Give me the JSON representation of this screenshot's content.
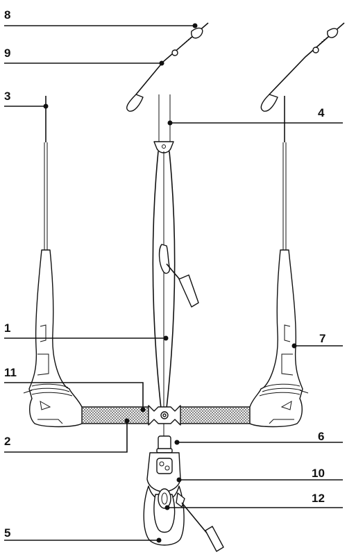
{
  "callouts": [
    {
      "id": "8",
      "label": "8"
    },
    {
      "id": "9",
      "label": "9"
    },
    {
      "id": "3",
      "label": "3"
    },
    {
      "id": "4",
      "label": "4"
    },
    {
      "id": "1",
      "label": "1"
    },
    {
      "id": "7",
      "label": "7"
    },
    {
      "id": "11",
      "label": "11"
    },
    {
      "id": "2",
      "label": "2"
    },
    {
      "id": "6",
      "label": "6"
    },
    {
      "id": "10",
      "label": "10"
    },
    {
      "id": "12",
      "label": "12"
    },
    {
      "id": "5",
      "label": "5"
    }
  ],
  "colors": {
    "ink": "#111111",
    "paper": "#ffffff"
  }
}
